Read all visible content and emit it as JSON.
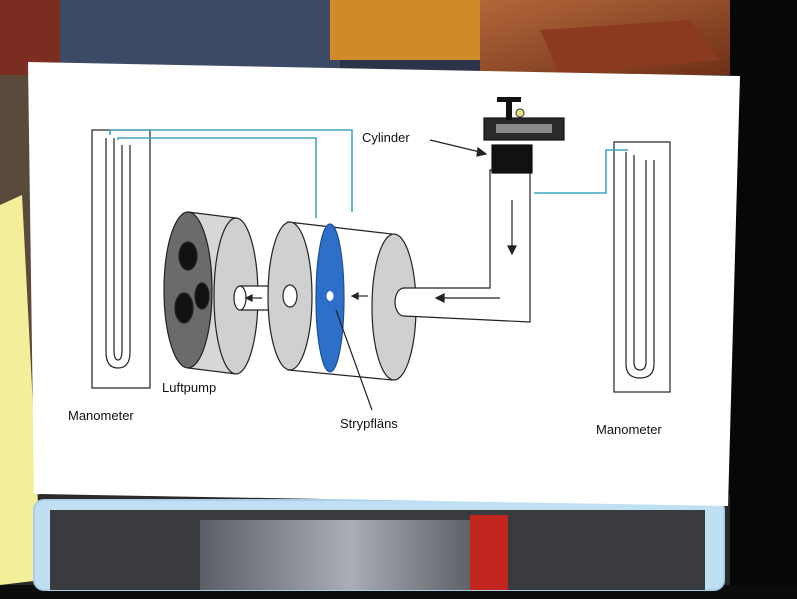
{
  "diagram": {
    "labels": {
      "cylinder": "Cylinder",
      "air_pump": "Luftpump",
      "orifice_flange": "Strypfläns",
      "manometer_left": "Manometer",
      "manometer_right": "Manometer"
    },
    "colors": {
      "tubing": "#3fa6c4",
      "orifice_plate": "#2e6fc9",
      "pump_face": "#6b6b6b",
      "disc_grey": "#cfcfcf",
      "sticky_note": "#f3ee9a",
      "frame_blue": "#bfe0f2"
    }
  }
}
